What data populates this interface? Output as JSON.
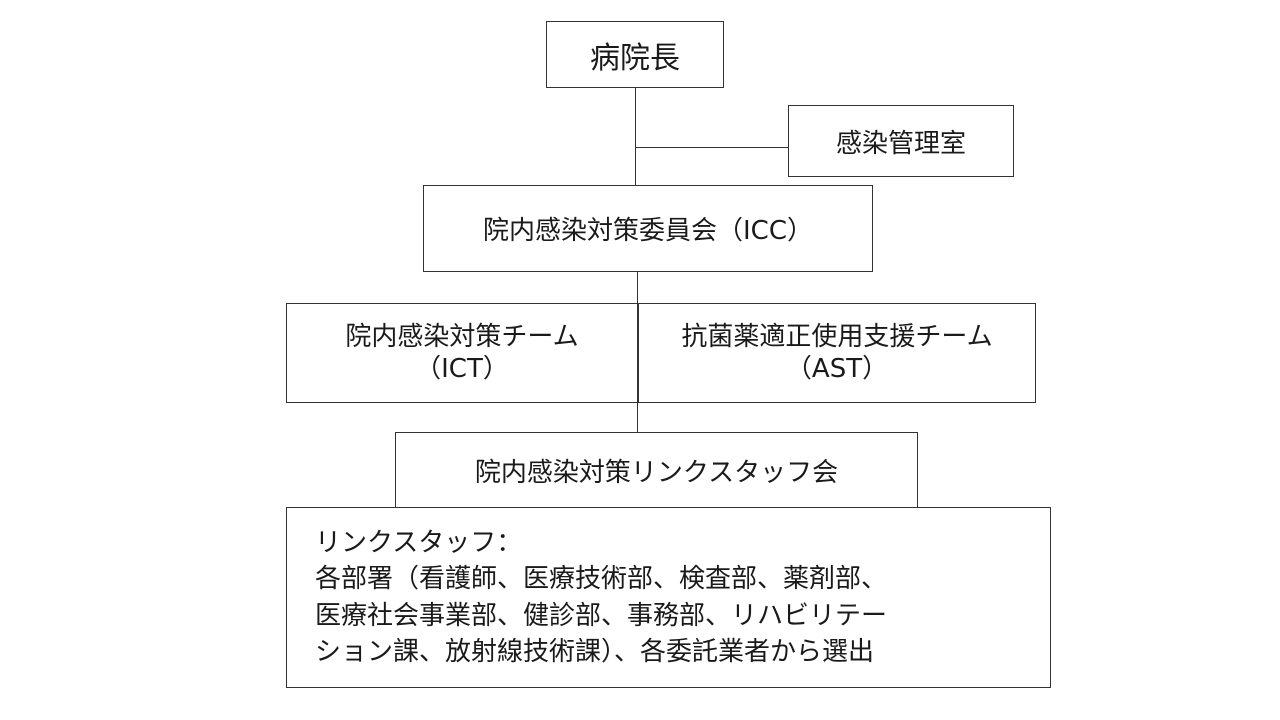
{
  "director": "病院長",
  "infection_office": "感染管理室",
  "icc": "院内感染対策委員会（ICC）",
  "ict": {
    "line1": "院内感染対策チーム",
    "line2": "（ICT）"
  },
  "ast": {
    "line1": "抗菌薬適正使用支援チーム",
    "line2": "（AST）"
  },
  "link_staff_meeting": "院内感染対策リンクスタッフ会",
  "link_staff": {
    "lines": [
      "リンクスタッフ：",
      "各部署（看護師、医療技術部、検査部、薬剤部、",
      "医療社会事業部、健診部、事務部、リハビリテー",
      "ション課、放射線技術課）、各委託業者から選出"
    ]
  }
}
